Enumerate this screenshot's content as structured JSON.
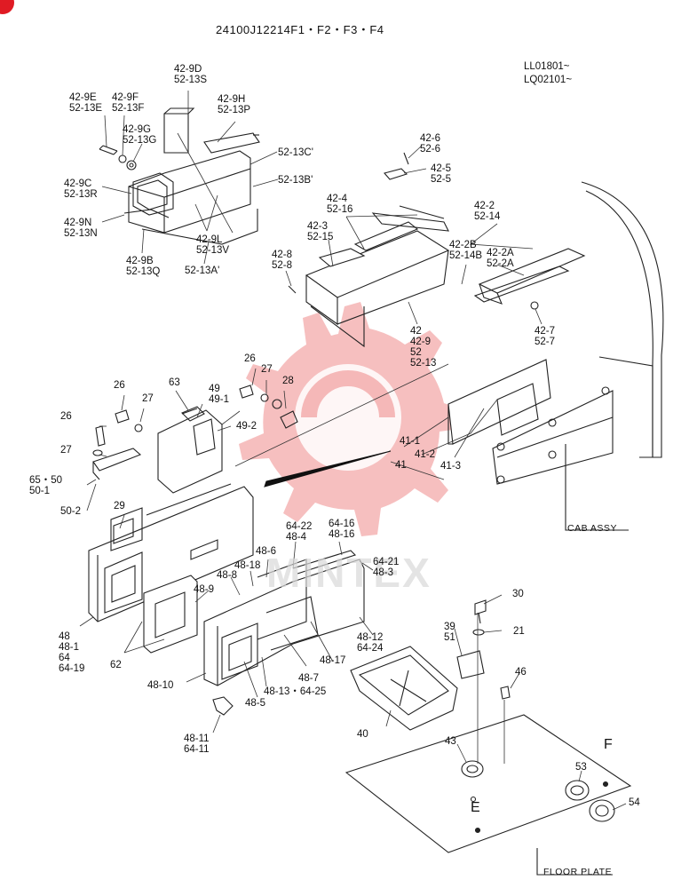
{
  "header": {
    "part_number": "24100J12214F1・F2・F3・F4",
    "serial_ranges": [
      "LL01801~",
      "LQ02101~"
    ]
  },
  "watermark_text": "MINTEX",
  "section_labels": {
    "cab": "CAB ASSY",
    "floor": "FLOOR PLATE"
  },
  "callouts": [
    {
      "id": "c01",
      "lines": [
        "42-9D",
        "52-13S"
      ]
    },
    {
      "id": "c02",
      "lines": [
        "42-9E",
        "52-13E"
      ]
    },
    {
      "id": "c03",
      "lines": [
        "42-9F",
        "52-13F"
      ]
    },
    {
      "id": "c04",
      "lines": [
        "42-9H",
        "52-13P"
      ]
    },
    {
      "id": "c05",
      "lines": [
        "42-9G",
        "52-13G"
      ]
    },
    {
      "id": "c06",
      "lines": [
        "52-13C'"
      ]
    },
    {
      "id": "c07",
      "lines": [
        "52-13B'"
      ]
    },
    {
      "id": "c08",
      "lines": [
        "42-9C",
        "52-13R"
      ]
    },
    {
      "id": "c09",
      "lines": [
        "42-9N",
        "52-13N"
      ]
    },
    {
      "id": "c10",
      "lines": [
        "42-9L",
        "52-13V"
      ]
    },
    {
      "id": "c11",
      "lines": [
        "42-9B",
        "52-13Q"
      ]
    },
    {
      "id": "c12",
      "lines": [
        "52-13A'"
      ]
    },
    {
      "id": "c13",
      "lines": [
        "42-6",
        "52-6"
      ]
    },
    {
      "id": "c14",
      "lines": [
        "42-5",
        "52-5"
      ]
    },
    {
      "id": "c15",
      "lines": [
        "42-4",
        "52-16"
      ]
    },
    {
      "id": "c16",
      "lines": [
        "42-3",
        "52-15"
      ]
    },
    {
      "id": "c17",
      "lines": [
        "42-2",
        "52-14"
      ]
    },
    {
      "id": "c18",
      "lines": [
        "42-2B",
        "52-14B"
      ]
    },
    {
      "id": "c19",
      "lines": [
        "42-2A",
        "52-2A"
      ]
    },
    {
      "id": "c20",
      "lines": [
        "42-8",
        "52-8"
      ]
    },
    {
      "id": "c21",
      "lines": [
        "42-7",
        "52-7"
      ]
    },
    {
      "id": "c22",
      "lines": [
        "42",
        "42-9",
        "52",
        "52-13"
      ]
    },
    {
      "id": "c23",
      "lines": [
        "26"
      ]
    },
    {
      "id": "c24",
      "lines": [
        "27"
      ]
    },
    {
      "id": "c25",
      "lines": [
        "28"
      ]
    },
    {
      "id": "c26",
      "lines": [
        "26"
      ]
    },
    {
      "id": "c27",
      "lines": [
        "63"
      ]
    },
    {
      "id": "c28",
      "lines": [
        "49",
        "49-1"
      ]
    },
    {
      "id": "c29",
      "lines": [
        "27"
      ]
    },
    {
      "id": "c30",
      "lines": [
        "26"
      ]
    },
    {
      "id": "c31",
      "lines": [
        "49-2"
      ]
    },
    {
      "id": "c32",
      "lines": [
        "27"
      ]
    },
    {
      "id": "c33",
      "lines": [
        "65・50",
        "50-1"
      ]
    },
    {
      "id": "c34",
      "lines": [
        "50-2"
      ]
    },
    {
      "id": "c35",
      "lines": [
        "41-1"
      ]
    },
    {
      "id": "c36",
      "lines": [
        "41-2"
      ]
    },
    {
      "id": "c37",
      "lines": [
        "41"
      ]
    },
    {
      "id": "c38",
      "lines": [
        "41-3"
      ]
    },
    {
      "id": "c39",
      "lines": [
        "29"
      ]
    },
    {
      "id": "c40",
      "lines": [
        "64-22",
        "48-4"
      ]
    },
    {
      "id": "c41",
      "lines": [
        "64-16",
        "48-16"
      ]
    },
    {
      "id": "c42",
      "lines": [
        "48-6"
      ]
    },
    {
      "id": "c43",
      "lines": [
        "64-21",
        "48-3"
      ]
    },
    {
      "id": "c44",
      "lines": [
        "48-18"
      ]
    },
    {
      "id": "c45",
      "lines": [
        "48-8"
      ]
    },
    {
      "id": "c46",
      "lines": [
        "48-9"
      ]
    },
    {
      "id": "c47",
      "lines": [
        "48",
        "48-1",
        "64",
        "64-19"
      ]
    },
    {
      "id": "c48",
      "lines": [
        "62"
      ]
    },
    {
      "id": "c49",
      "lines": [
        "48-12",
        "64-24"
      ]
    },
    {
      "id": "c50",
      "lines": [
        "48-17"
      ]
    },
    {
      "id": "c51",
      "lines": [
        "48-7"
      ]
    },
    {
      "id": "c52",
      "lines": [
        "48-10"
      ]
    },
    {
      "id": "c53",
      "lines": [
        "48-13・64-25"
      ]
    },
    {
      "id": "c54",
      "lines": [
        "48-5"
      ]
    },
    {
      "id": "c55",
      "lines": [
        "48-11",
        "64-11"
      ]
    },
    {
      "id": "c56",
      "lines": [
        "30"
      ]
    },
    {
      "id": "c57",
      "lines": [
        "39",
        "51"
      ]
    },
    {
      "id": "c58",
      "lines": [
        "21"
      ]
    },
    {
      "id": "c59",
      "lines": [
        "46"
      ]
    },
    {
      "id": "c60",
      "lines": [
        "40"
      ]
    },
    {
      "id": "c61",
      "lines": [
        "43"
      ]
    },
    {
      "id": "c62",
      "lines": [
        "53"
      ]
    },
    {
      "id": "c63",
      "lines": [
        "54"
      ]
    },
    {
      "id": "c64",
      "lines": [
        "E"
      ]
    },
    {
      "id": "c65",
      "lines": [
        "F"
      ]
    }
  ]
}
